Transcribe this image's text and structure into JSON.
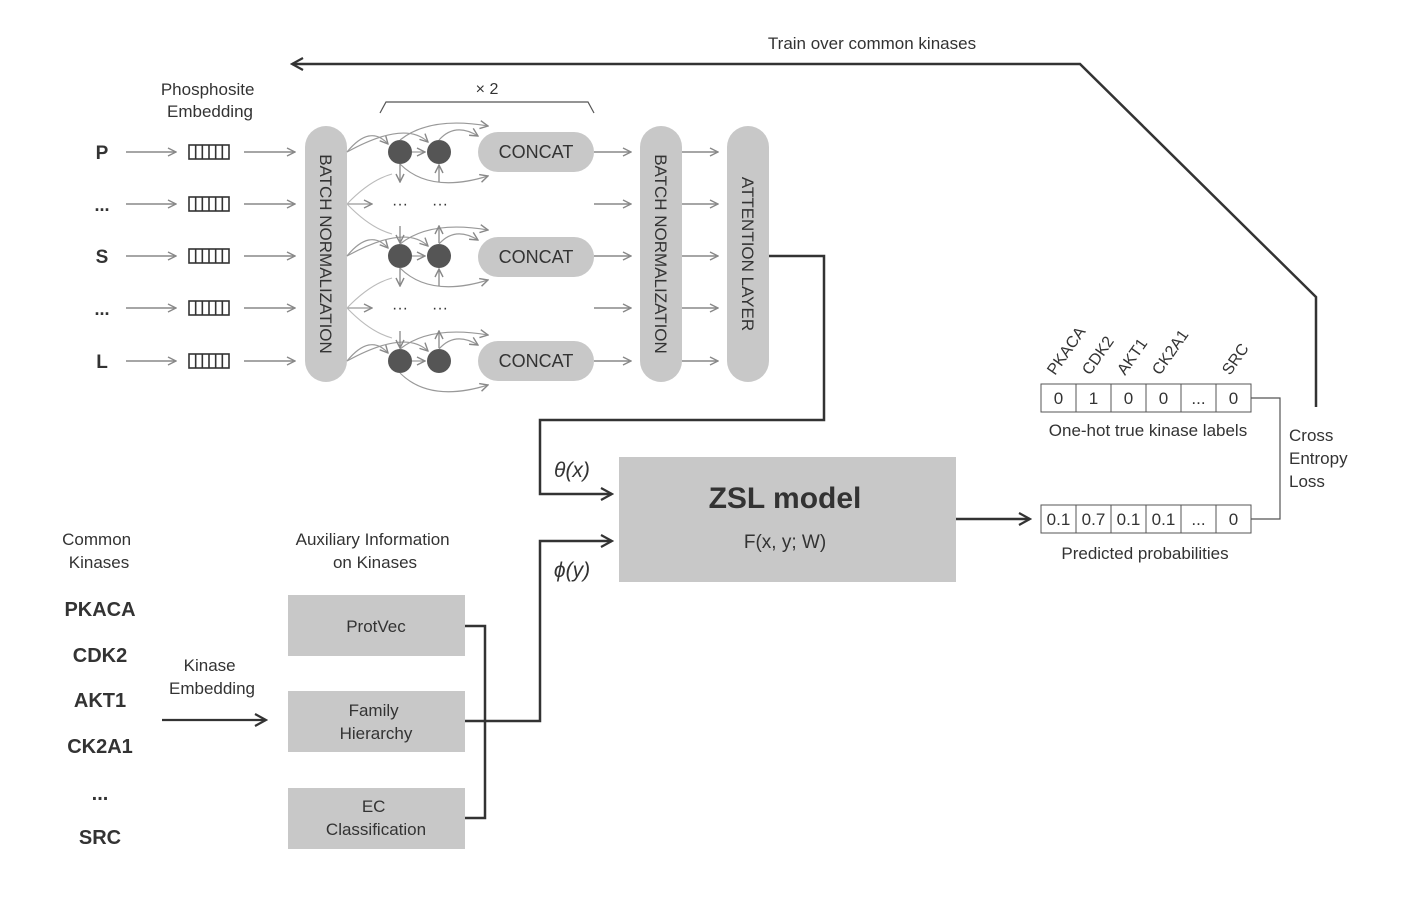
{
  "train_label": "Train over common kinases",
  "phosphosite_embedding": "Phosphosite Embedding",
  "phosphosite_embedding_lines": [
    "Phosphosite",
    "Embedding"
  ],
  "repeat_label": "× 2",
  "residues": [
    "P",
    "...",
    "S",
    "...",
    "L"
  ],
  "batch_norm_label": "BATCH NORMALIZATION",
  "concat_label": "CONCAT",
  "ellipsis": "···",
  "attention_label": "ATTENTION LAYER",
  "theta_label": "θ(x)",
  "phi_label": "ϕ(y)",
  "zsl_title": "ZSL model",
  "zsl_formula": "F(x, y; W)",
  "kinase_names": [
    "PKACA",
    "CDK2",
    "AKT1",
    "CK2A1",
    "SRC"
  ],
  "one_hot_values": [
    "0",
    "1",
    "0",
    "0",
    "...",
    "0"
  ],
  "one_hot_caption": "One-hot true kinase labels",
  "pred_values": [
    "0.1",
    "0.7",
    "0.1",
    "0.1",
    "...",
    "0"
  ],
  "pred_caption": "Predicted probabilities",
  "loss_lines": [
    "Cross",
    "Entropy",
    "Loss"
  ],
  "common_kinases_lines": [
    "Common",
    "Kinases"
  ],
  "common_kinases": [
    "PKACA",
    "CDK2",
    "AKT1",
    "CK2A1",
    "...",
    "SRC"
  ],
  "kinase_embedding_lines": [
    "Kinase",
    "Embedding"
  ],
  "aux_info_lines": [
    "Auxiliary Information",
    "on Kinases"
  ],
  "aux_boxes": [
    [
      "ProtVec"
    ],
    [
      "Family",
      "Hierarchy"
    ],
    [
      "EC",
      "Classification"
    ]
  ]
}
